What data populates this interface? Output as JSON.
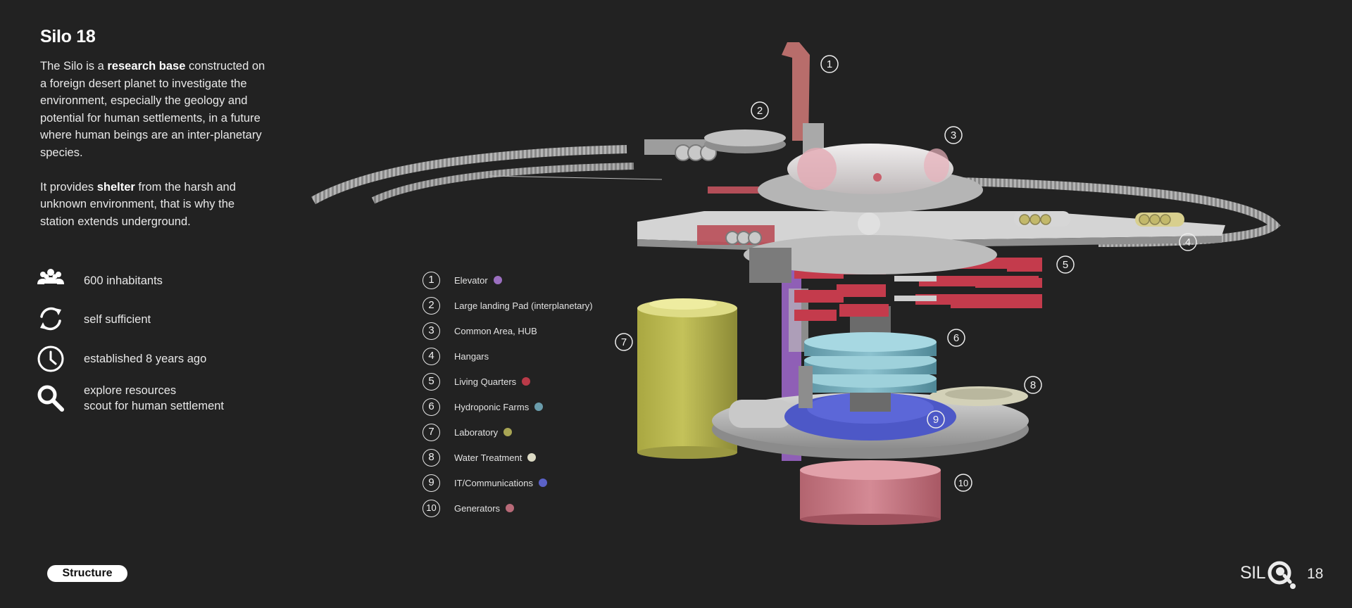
{
  "header": {
    "title": "Silo 18"
  },
  "intro": {
    "p1": [
      {
        "text": " The Silo is a ",
        "bold": false
      },
      {
        "text": "research base",
        "bold": true
      },
      {
        "text": " constructed on a foreign desert planet to investigate the environment, especially the geology and potential for human settlements, in a future where human beings are an inter-planetary species.",
        "bold": false
      }
    ],
    "p2": [
      {
        "text": "It provides ",
        "bold": false
      },
      {
        "text": "shelter",
        "bold": true
      },
      {
        "text": " from the harsh and unknown environment, that is why the station extends underground.",
        "bold": false
      }
    ]
  },
  "facts": [
    {
      "icon": "people-group-icon",
      "text": "600 inhabitants"
    },
    {
      "icon": "cycle-arrows-icon",
      "text": "self sufficient"
    },
    {
      "icon": "clock-icon",
      "text": "established 8 years ago"
    },
    {
      "icon": "search-icon",
      "line1": "explore resources",
      "line2": "scout for human settlement"
    }
  ],
  "legend": [
    {
      "num": "1",
      "label": "Elevator",
      "color": "#9b6fc0"
    },
    {
      "num": "2",
      "label": "Large landing Pad (interplanetary)",
      "color": null
    },
    {
      "num": "3",
      "label": "Common Area, HUB",
      "color": null
    },
    {
      "num": "4",
      "label": "Hangars",
      "color": null
    },
    {
      "num": "5",
      "label": "Living Quarters",
      "color": "#b93a48"
    },
    {
      "num": "6",
      "label": "Hydroponic Farms",
      "color": "#6a9cab"
    },
    {
      "num": "7",
      "label": "Laboratory",
      "color": "#a8a554"
    },
    {
      "num": "8",
      "label": "Water Treatment",
      "color": "#dcdac4"
    },
    {
      "num": "9",
      "label": "IT/Communications",
      "color": "#5b62c8"
    },
    {
      "num": "10",
      "label": "Generators",
      "color": "#b86a78"
    }
  ],
  "diagram_callouts": [
    "1",
    "2",
    "3",
    "4",
    "5",
    "6",
    "7",
    "8",
    "9",
    "10"
  ],
  "footer": {
    "section": "Structure",
    "logo_text": "SIL",
    "page": "18"
  }
}
